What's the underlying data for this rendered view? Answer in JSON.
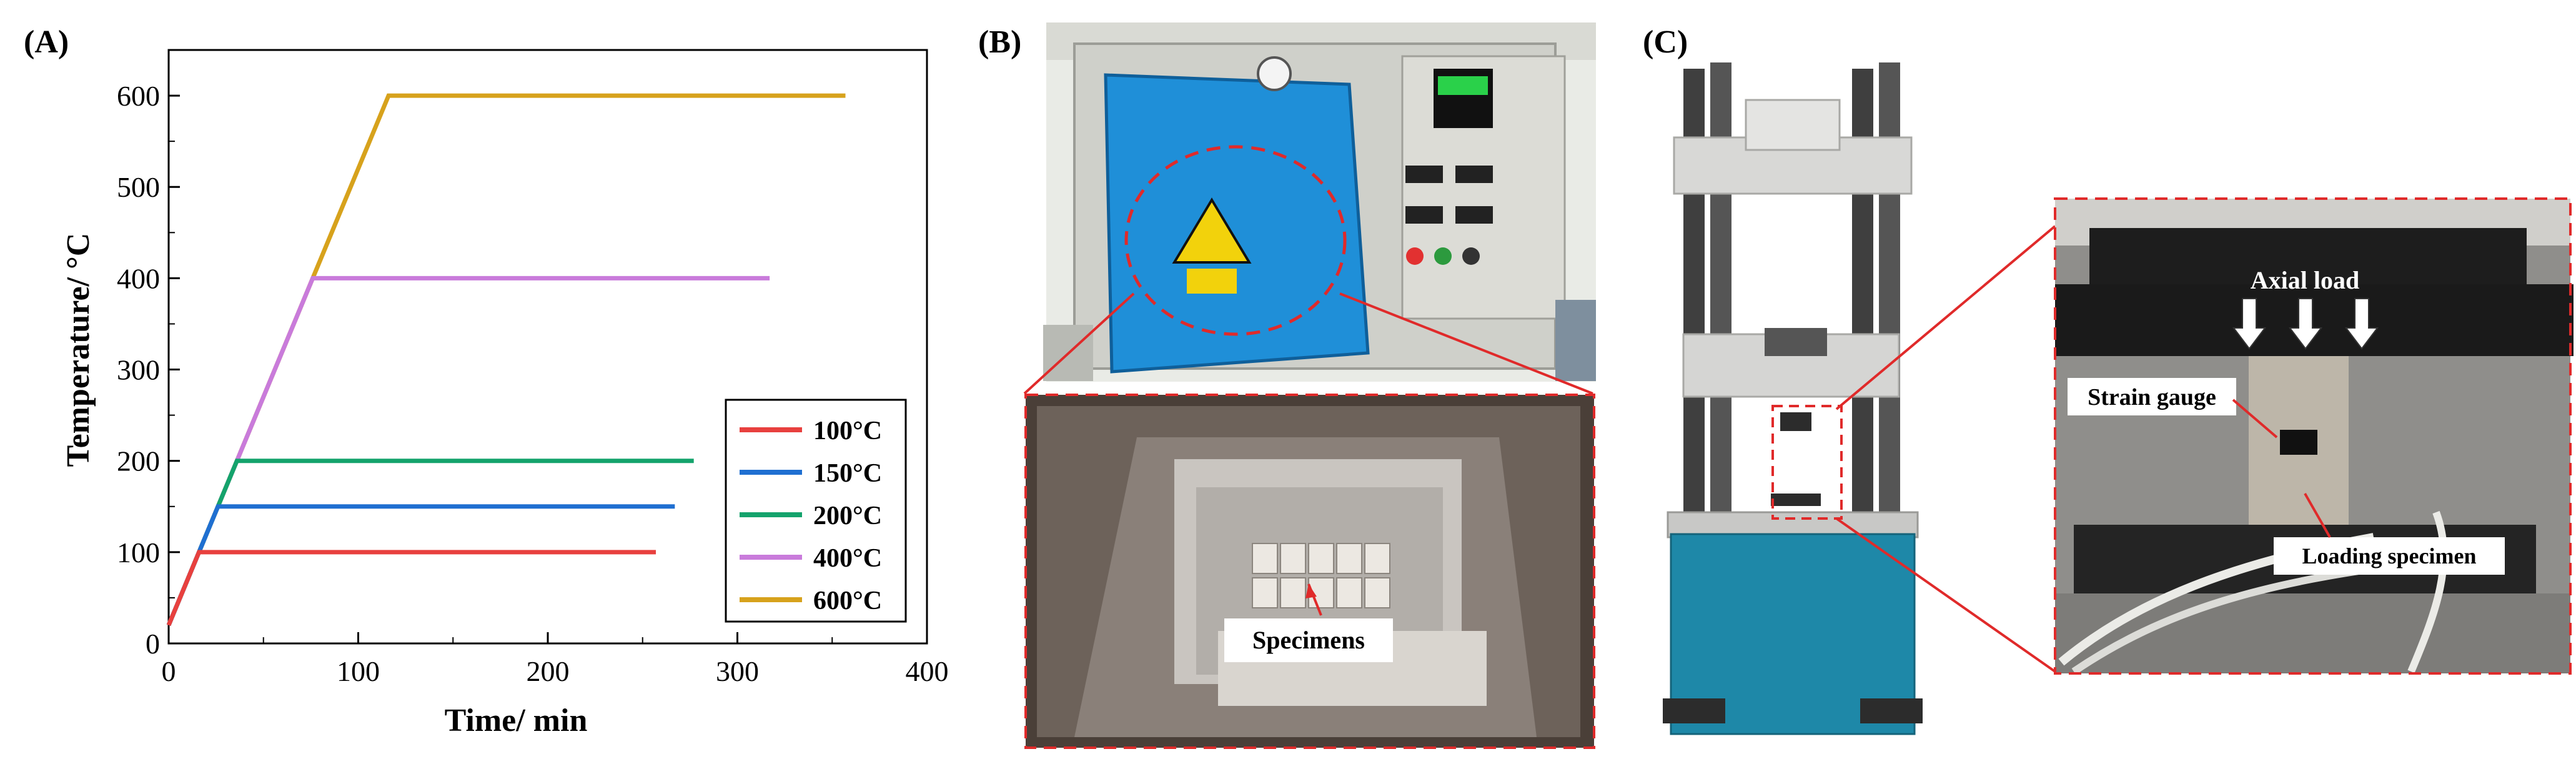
{
  "panels": {
    "a": {
      "label": "(A)"
    },
    "b": {
      "label": "(B)",
      "specimen_label": "Specimens"
    },
    "c": {
      "label": "(C)",
      "axial_label": "Axial load",
      "strain_label": "Strain gauge",
      "loading_label": "Loading specimen"
    }
  },
  "chart_data": {
    "type": "line",
    "xlabel": "Time/ min",
    "ylabel": "Temperature/ °C",
    "xlim": [
      0,
      400
    ],
    "ylim": [
      0,
      650
    ],
    "xticks": [
      0,
      100,
      200,
      300,
      400
    ],
    "yticks": [
      0,
      100,
      200,
      300,
      400,
      500,
      600
    ],
    "grid": false,
    "legend_position": "bottom-right",
    "series": [
      {
        "name": "100°C",
        "color": "#e8403e",
        "points": [
          [
            0,
            20
          ],
          [
            16,
            100
          ],
          [
            257,
            100
          ]
        ]
      },
      {
        "name": "150°C",
        "color": "#1f6fd1",
        "points": [
          [
            0,
            20
          ],
          [
            26,
            150
          ],
          [
            267,
            150
          ]
        ]
      },
      {
        "name": "200°C",
        "color": "#14a36c",
        "points": [
          [
            0,
            20
          ],
          [
            36,
            200
          ],
          [
            277,
            200
          ]
        ]
      },
      {
        "name": "400°C",
        "color": "#c97bdb",
        "points": [
          [
            0,
            20
          ],
          [
            76,
            400
          ],
          [
            317,
            400
          ]
        ]
      },
      {
        "name": "600°C",
        "color": "#d7a21c",
        "points": [
          [
            0,
            20
          ],
          [
            116,
            600
          ],
          [
            357,
            600
          ]
        ]
      }
    ]
  }
}
